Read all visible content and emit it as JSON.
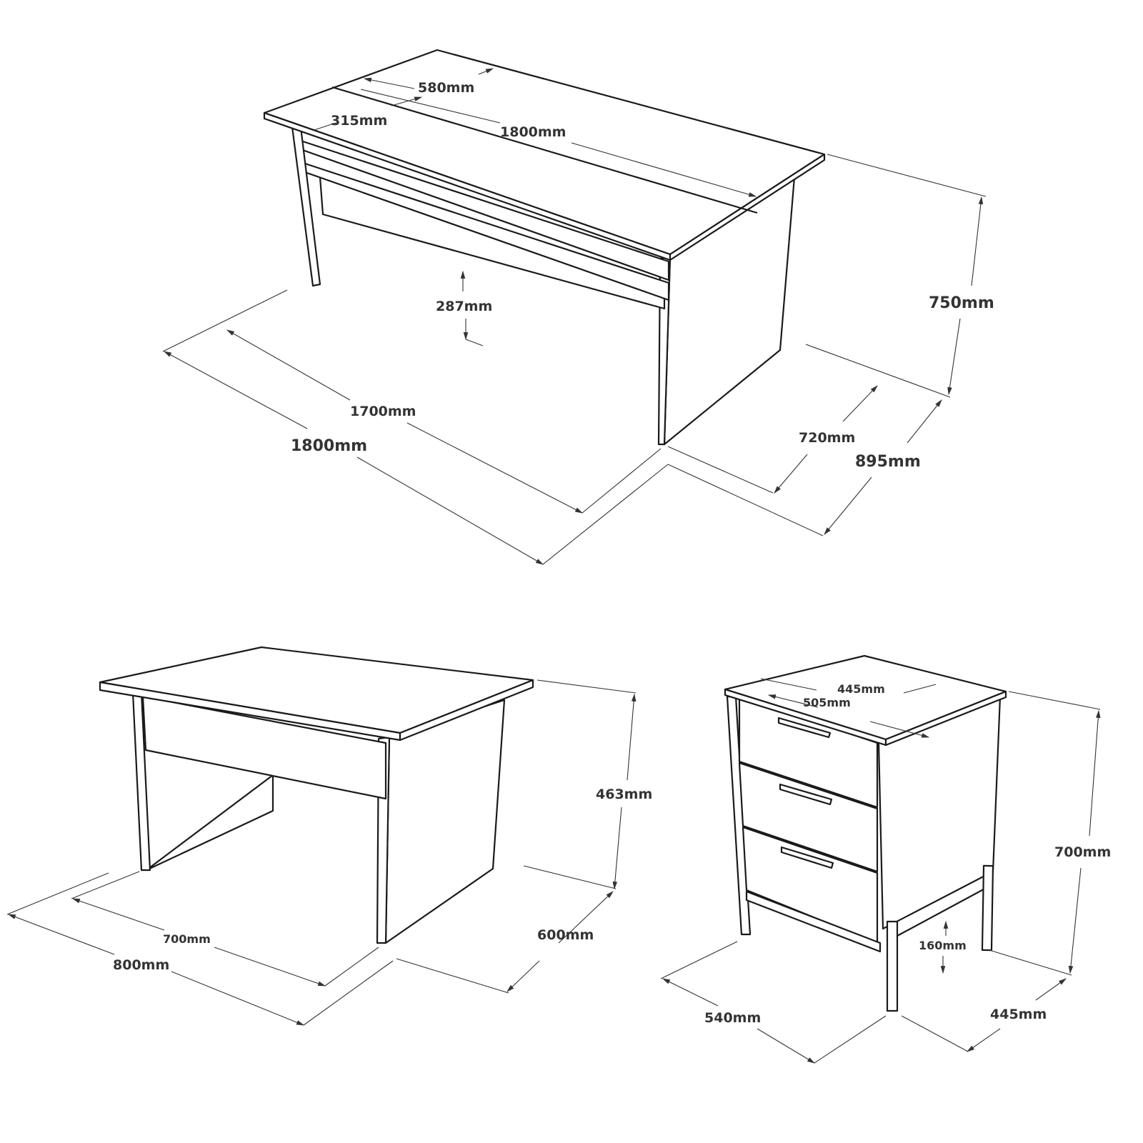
{
  "executive_desk": {
    "top_width_label": "1800mm",
    "top_inner_width_label": "1800mm",
    "top_depth_split_label": "580mm",
    "top_small_depth_label": "315mm",
    "modesty_gap_label": "287mm",
    "height_label": "750mm",
    "leg_span_label": "1700mm",
    "overall_width_label": "1800mm",
    "leg_depth_label": "720mm",
    "overall_depth_label": "895mm"
  },
  "return_desk": {
    "height_label": "463mm",
    "leg_span_label": "700mm",
    "width_label": "800mm",
    "depth_label": "600mm"
  },
  "drawer_cabinet": {
    "top_depth_label": "445mm",
    "top_width_label": "505mm",
    "height_label": "700mm",
    "leg_clearance_label": "160mm",
    "width_label": "540mm",
    "depth_label": "445mm"
  }
}
